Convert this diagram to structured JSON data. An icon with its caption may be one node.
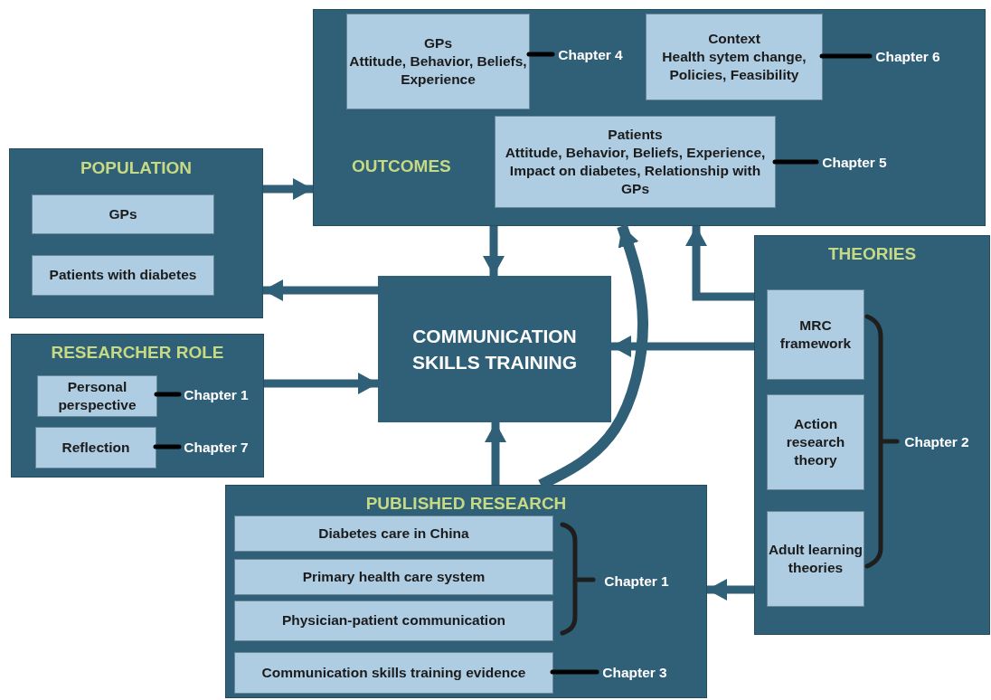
{
  "diagram": {
    "nodes": [
      {
        "text": [
          "OUTCOMES"
        ]
      },
      {
        "text": [
          "GPs",
          "Attitude, Behavior, Beliefs, Experience"
        ],
        "in": 0
      },
      {
        "text": [
          "Chapter 4"
        ],
        "in": 0
      },
      {
        "text": [
          "Context",
          "Health sytem change, Policies, Feasibility"
        ],
        "in": 0
      },
      {
        "text": [
          "Chapter 6"
        ],
        "in": 0
      },
      {
        "text": [
          "Patients",
          "Attitude, Behavior, Beliefs, Experience, Impact on diabetes, Relationship with GPs"
        ],
        "in": 0
      },
      {
        "text": [
          "Chapter 5"
        ],
        "in": 0
      },
      {
        "text": [
          "POPULATION"
        ]
      },
      {
        "text": [
          "GPs"
        ],
        "in": 7
      },
      {
        "text": [
          "Patients with diabetes"
        ],
        "in": 7
      },
      {
        "text": [
          "RESEARCHER ROLE"
        ]
      },
      {
        "text": [
          "Personal perspective"
        ],
        "in": 10
      },
      {
        "text": [
          "Chapter 1"
        ],
        "in": 10
      },
      {
        "text": [
          "Reflection"
        ],
        "in": 10
      },
      {
        "text": [
          "Chapter 7"
        ],
        "in": 10
      },
      {
        "text": [
          "COMMUNICATION SKILLS TRAINING"
        ]
      },
      {
        "text": [
          "THEORIES"
        ]
      },
      {
        "text": [
          "MRC framework"
        ],
        "in": 16
      },
      {
        "text": [
          "Action research theory"
        ],
        "in": 16
      },
      {
        "text": [
          "Adult learning theories"
        ],
        "in": 16
      },
      {
        "text": [
          "Chapter 2"
        ],
        "in": 16
      },
      {
        "text": [
          "PUBLISHED RESEARCH"
        ]
      },
      {
        "text": [
          "Diabetes care in China"
        ],
        "in": 21
      },
      {
        "text": [
          "Primary health care system"
        ],
        "in": 21
      },
      {
        "text": [
          "Physician-patient communication"
        ],
        "in": 21
      },
      {
        "text": [
          "Chapter 1"
        ],
        "in": 21
      },
      {
        "text": [
          "Communication skills training evidence"
        ],
        "in": 21
      },
      {
        "text": [
          "Chapter 3"
        ],
        "in": 21
      }
    ],
    "edges": [
      {
        "from": 7,
        "to": 0,
        "arrow": "to"
      },
      {
        "from": 0,
        "to": 15,
        "arrow": "to"
      },
      {
        "from": 15,
        "to": 7,
        "arrow": "to"
      },
      {
        "from": 10,
        "to": 15,
        "arrow": "to"
      },
      {
        "from": 16,
        "to": 15,
        "arrow": "to"
      },
      {
        "from": 16,
        "to": 0,
        "arrow": "to"
      },
      {
        "from": 21,
        "to": 15,
        "arrow": "to"
      },
      {
        "from": 21,
        "to": 0,
        "arrow": "to"
      },
      {
        "from": 16,
        "to": 21,
        "arrow": "to"
      },
      {
        "from": 2,
        "to": 1,
        "arrow": "none",
        "color": "#000000"
      },
      {
        "from": 4,
        "to": 3,
        "arrow": "none",
        "color": "#000000"
      },
      {
        "from": 6,
        "to": 5,
        "arrow": "none",
        "color": "#000000"
      },
      {
        "from": 12,
        "to": 11,
        "arrow": "none",
        "color": "#000000"
      },
      {
        "from": 14,
        "to": 13,
        "arrow": "none",
        "color": "#000000"
      },
      {
        "from": 27,
        "to": 26,
        "arrow": "none",
        "color": "#000000"
      }
    ]
  }
}
